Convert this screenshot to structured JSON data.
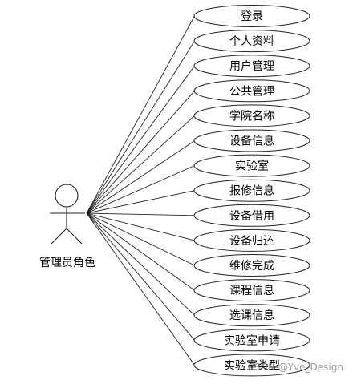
{
  "actor": {
    "label": "管理员角色"
  },
  "use_cases": [
    "登录",
    "个人资料",
    "用户管理",
    "公共管理",
    "学院名称",
    "设备信息",
    "实验室",
    "报修信息",
    "设备借用",
    "设备归还",
    "维修完成",
    "课程信息",
    "选课信息",
    "实验室申请",
    "实验室类型"
  ],
  "watermark": "CSDN @Yve_Design"
}
